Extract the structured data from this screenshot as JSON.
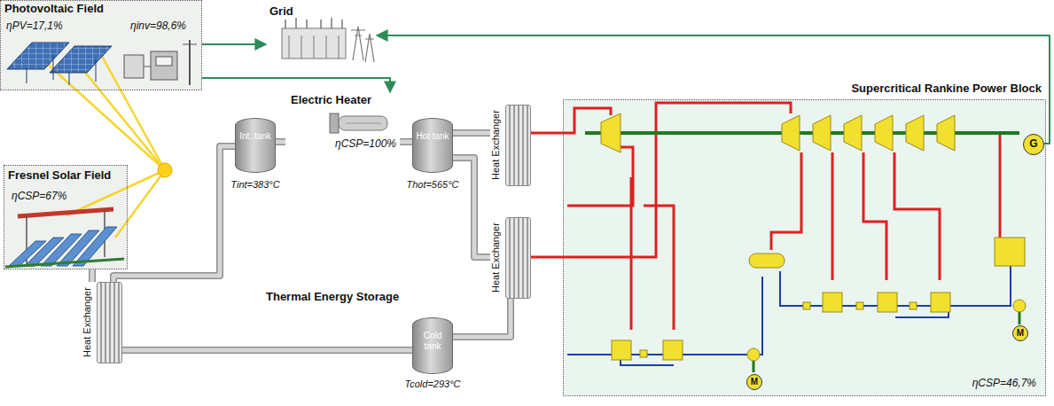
{
  "diagram": {
    "nodes": [
      {
        "text": [
          "Photovoltaic Field",
          "ηPV=17,1%",
          "ηinv=98,6%"
        ]
      },
      {
        "text": [
          "Fresnel Solar Field",
          "ηCSP=67%"
        ]
      },
      {
        "text": [
          "Grid"
        ]
      },
      {
        "text": [
          "Electric Heater",
          "ηCSP=100%"
        ]
      },
      {
        "text": [
          "Int. tank",
          "Tint=383°C"
        ]
      },
      {
        "text": [
          "Hot tank",
          "Thot=565°C"
        ]
      },
      {
        "text": [
          "Cold tank",
          "Tcold=293°C"
        ]
      },
      {
        "text": [
          "Heat Exchanger"
        ]
      },
      {
        "text": [
          "Heat Exchanger"
        ]
      },
      {
        "text": [
          "Heat Exchanger"
        ]
      },
      {
        "text": [
          "Supercritical Rankine Power Block",
          "ηCSP=46,7%"
        ]
      },
      {
        "text": [
          "G"
        ],
        "in": 10
      },
      {
        "text": [
          "M"
        ],
        "in": 10
      },
      {
        "text": [
          "M"
        ],
        "in": 10
      }
    ],
    "edges": [
      {
        "from": 0,
        "to": 2,
        "arrow": "to"
      },
      {
        "from": 0,
        "to": 3,
        "arrow": "to"
      },
      {
        "from": 11,
        "to": 2,
        "arrow": "to"
      },
      {
        "from": 1,
        "to": 7,
        "arrow": "none"
      },
      {
        "from": 7,
        "to": 4,
        "arrow": "none"
      },
      {
        "from": 4,
        "to": 3,
        "arrow": "none"
      },
      {
        "from": 3,
        "to": 5,
        "arrow": "none"
      },
      {
        "from": 5,
        "to": 8,
        "arrow": "none"
      },
      {
        "from": 5,
        "to": 9,
        "arrow": "none"
      },
      {
        "from": 8,
        "to": 10,
        "arrow": "none"
      },
      {
        "from": 9,
        "to": 10,
        "arrow": "none"
      },
      {
        "from": 6,
        "to": 7,
        "arrow": "none"
      },
      {
        "from": 9,
        "to": 6,
        "arrow": "none"
      }
    ],
    "labels": [
      "Thermal Energy Storage"
    ]
  }
}
